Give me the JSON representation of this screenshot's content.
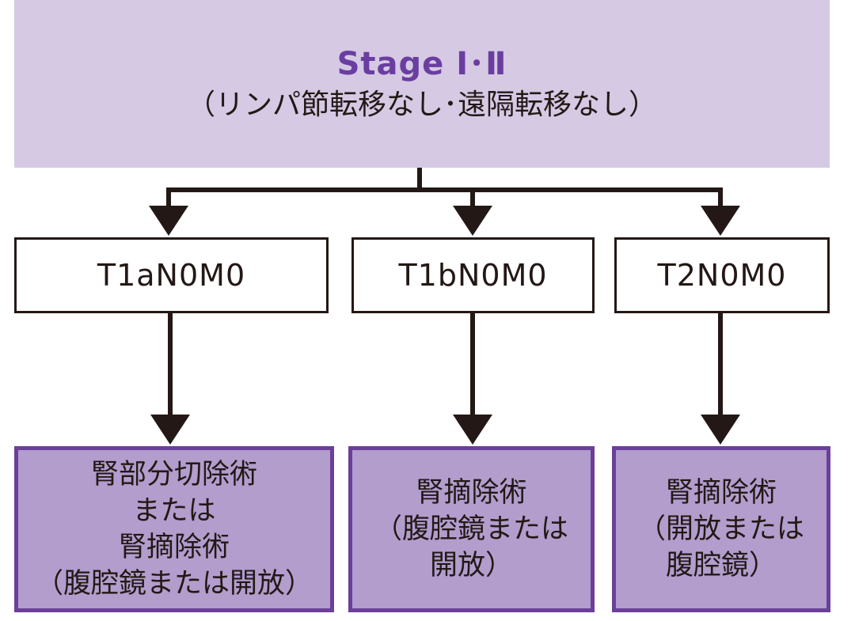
{
  "top": {
    "title": "Stage Ⅰ･Ⅱ",
    "subtitle": "（リンパ節転移なし･遠隔転移なし）"
  },
  "stages": [
    {
      "label": "T1aN0M0"
    },
    {
      "label": "T1bN0M0"
    },
    {
      "label": "T2N0M0"
    }
  ],
  "treatments": [
    {
      "lines": [
        "腎部分切除術",
        "または",
        "腎摘除術",
        "（腹腔鏡または開放）"
      ]
    },
    {
      "lines": [
        "腎摘除術",
        "（腹腔鏡または",
        "開放）"
      ]
    },
    {
      "lines": [
        "腎摘除術",
        "（開放または",
        "腹腔鏡）"
      ]
    }
  ],
  "colors": {
    "header_bg": "#d5c9e4",
    "header_title": "#6a3ea0",
    "treatment_bg": "#b29dcd",
    "treatment_border": "#6c3f99",
    "line": "#231815"
  }
}
